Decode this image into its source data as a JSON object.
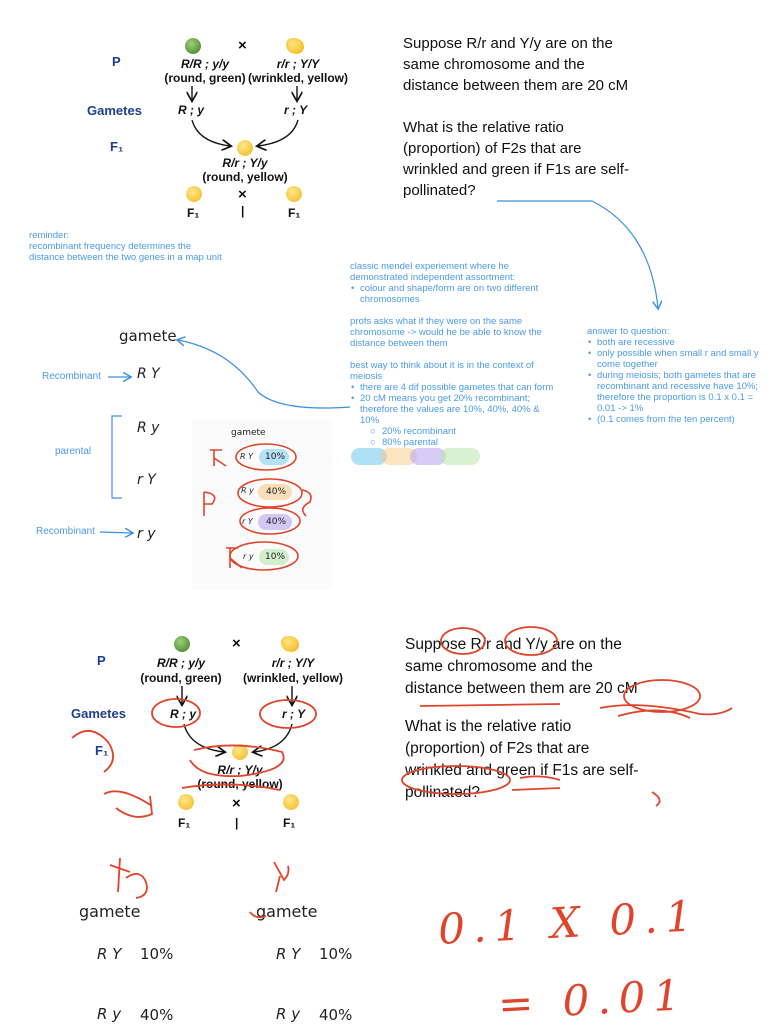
{
  "diagram": {
    "p_label": "P",
    "gametes_label": "Gametes",
    "f1_label": "F₁",
    "cross_symbol": "×",
    "parent1_genotype": "R/R ; y/y",
    "parent1_phenotype": "(round, green)",
    "parent2_genotype": "r/r ; Y/Y",
    "parent2_phenotype": "(wrinkled, yellow)",
    "gamete1": "R ; y",
    "gamete2": "r ; Y",
    "f1_genotype": "R/r ; Y/y",
    "f1_phenotype": "(round, yellow)",
    "f1_left": "F₁",
    "f1_right": "F₁",
    "self_bar": "|"
  },
  "question": {
    "line1": "Suppose R/r and Y/y are on the",
    "line2": "same chromosome and the",
    "line3": "distance between them are 20 cM",
    "line4": "What is the relative ratio",
    "line5": "(proportion) of F2s that are",
    "line6": "wrinkled and green if F1s are self-",
    "line7": "pollinated?"
  },
  "reminder": {
    "title": "reminder:",
    "text": "recombinant frequency determines the distance between the two genes in a map unit"
  },
  "classic_note": {
    "p1": "classic mendel experiement where he demonstrated independent assortment:",
    "b1": "colour and shape/form are on two different chromosomes",
    "p2": "profs asks what if they were on the same chromosome -> would he be able to know the distance between them",
    "p3": "best way to think about it is in the context of meiosis",
    "b2": "there are 4 dif possible gametes that can form",
    "b3": "20 cM means you get 20% recombinant; therefore the values are 10%, 40%, 40% & 10%",
    "s1": "20% recombinant",
    "s2": "80% parental"
  },
  "answer_note": {
    "title": "answer to question:",
    "b1": "both are recessive",
    "b2": "only possible when small r and small y come together",
    "b3": "during meiosis; both gametes that are recombinant and recessive have 10%; therefore the proportion is 0.1 x 0.1 = 0.01 -> 1%",
    "b4": "(0.1 comes from the ten percent)"
  },
  "gamete_table": {
    "header": "gamete",
    "recombinant_label": "Recombinant",
    "parental_label": "parental",
    "rows": [
      "R Y",
      "R y",
      "r Y",
      "r y"
    ]
  },
  "mini_table": {
    "header": "gamete",
    "rows": [
      {
        "g": "R Y",
        "v": "10%"
      },
      {
        "g": "R y",
        "v": "40%"
      },
      {
        "g": "r Y",
        "v": "40%"
      },
      {
        "g": "r y",
        "v": "10%"
      }
    ]
  },
  "lower": {
    "gamete_left": "gamete",
    "gamete_right": "gamete",
    "rows": [
      {
        "g": "R Y",
        "v": "10%"
      },
      {
        "g": "R y",
        "v": "40%"
      }
    ],
    "handwriting1": "0.1 X 0.1",
    "handwriting2": "= 0.01"
  },
  "colors": {
    "note_blue": "#4a9be8",
    "ink_red": "#e0442a",
    "navy": "#1e3f8f"
  }
}
